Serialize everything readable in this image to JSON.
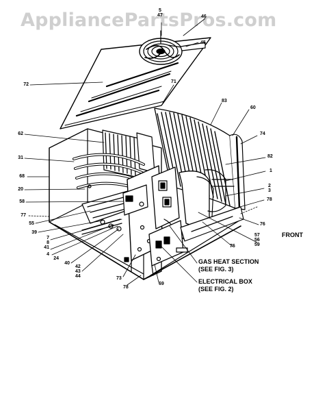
{
  "watermark": "AppliancePartsPros.com",
  "parts": {
    "p5_47": "5\n47",
    "p46": "46",
    "p45": "45",
    "p72": "72",
    "p71": "71",
    "p83": "83",
    "p60": "60",
    "p62": "62",
    "p74": "74",
    "p31": "31",
    "p82": "82",
    "p68": "68",
    "p1": "1",
    "p20": "20",
    "p2_3": "2\n3",
    "p58": "58",
    "p78a": "78",
    "p77": "77",
    "p55": "55",
    "p76a": "76",
    "p39": "39",
    "p57_56_59": "57\n56\n59",
    "p7_8_41": "7\n8\n41",
    "p4": "4",
    "p24": "24",
    "p76b": "76",
    "p40": "40",
    "p42_43_44": "42\n43\n44",
    "p73": "73",
    "p69": "69",
    "p78b": "78"
  },
  "callouts": {
    "front": "FRONT",
    "gas_heat": "GAS HEAT SECTION\n(SEE FIG. 3)",
    "electrical_box": "ELECTRICAL BOX\n(SEE FIG. 2)"
  }
}
